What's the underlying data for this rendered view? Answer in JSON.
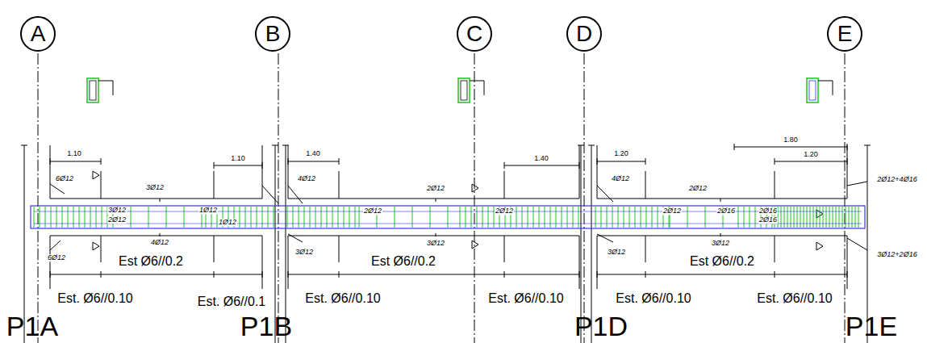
{
  "diagram": {
    "nodes": [
      {
        "text": [
          "A"
        ]
      },
      {
        "text": [
          "B"
        ]
      },
      {
        "text": [
          "C"
        ]
      },
      {
        "text": [
          "D"
        ]
      },
      {
        "text": [
          "E"
        ]
      }
    ],
    "edges": [],
    "labels": [
      "1.10",
      "1.10",
      "1.40",
      "1.40",
      "1.20",
      "1.80",
      "1.20",
      "6Ø12",
      "3Ø12",
      "3Ø12",
      "2Ø12",
      "1Ø12",
      "1Ø12",
      "4Ø12",
      "6Ø12",
      "Est Ø6//0.2",
      "Est. Ø6//0.10",
      "Est. Ø6//0.1",
      "4Ø12",
      "2Ø12",
      "2Ø12",
      "2Ø12",
      "3Ø12",
      "3Ø12",
      "Est Ø6//0.2",
      "Est. Ø6//0.10",
      "Est. Ø6//0.10",
      "4Ø12",
      "2Ø12",
      "2Ø12",
      "2Ø16",
      "2Ø16",
      "2Ø16",
      "3Ø12",
      "3Ø12",
      "Est Ø6//0.2",
      "Est. Ø6//0.10",
      "Est. Ø6//0.10",
      "2Ø12+4Ø16",
      "3Ø12+2Ø16",
      "P1A",
      "P1B",
      "P1D",
      "P1E"
    ]
  }
}
